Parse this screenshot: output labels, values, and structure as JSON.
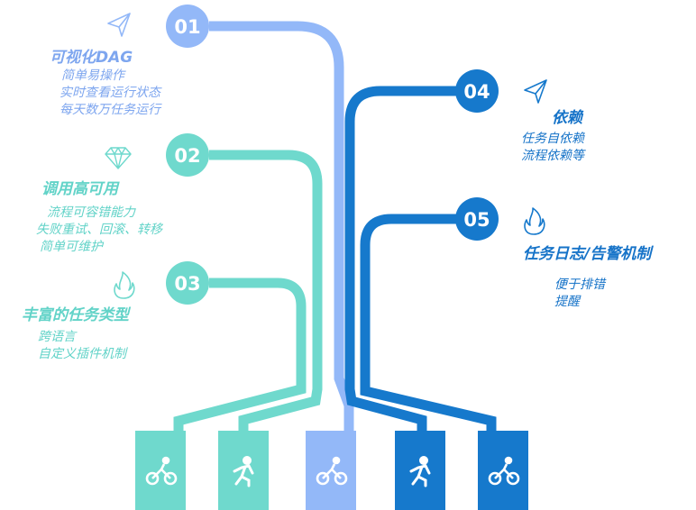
{
  "colors": {
    "blue": "#93b8f8",
    "teal": "#6fd9cd",
    "dark_blue": "#1679cc",
    "text_blue": "#7ea6ef",
    "text_teal": "#62d3c8",
    "text_dark_blue": "#1673c8"
  },
  "items": [
    {
      "number": "01",
      "title": "可视化DAG",
      "lines": [
        "简单易操作",
        "实时查看运行状态",
        "每天数万任务运行"
      ],
      "icon": "paper-plane-icon"
    },
    {
      "number": "02",
      "title": "调用高可用",
      "lines": [
        "流程可容错能力",
        "失败重试、回滚、转移",
        "简单可维护"
      ],
      "icon": "diamond-icon"
    },
    {
      "number": "03",
      "title": "丰富的任务类型",
      "lines": [
        "跨语言",
        "自定义插件机制"
      ],
      "icon": "flame-icon"
    },
    {
      "number": "04",
      "title": "依赖",
      "lines": [
        "任务自依赖",
        "流程依赖等"
      ],
      "icon": "paper-plane-icon"
    },
    {
      "number": "05",
      "title": "任务日志/告警机制",
      "lines": [
        "便于排错",
        "提醒"
      ],
      "icon": "flame-icon"
    }
  ],
  "bottom_icons": [
    "cyclist-icon",
    "runner-icon",
    "cyclist-icon",
    "runner-icon",
    "cyclist-icon"
  ]
}
